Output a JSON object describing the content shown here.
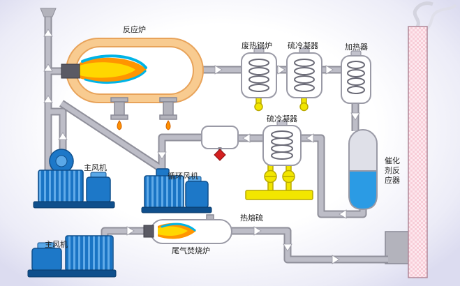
{
  "diagram": {
    "type": "process-flow",
    "equipment": {
      "reaction_furnace": {
        "label": "反应炉"
      },
      "waste_heat_boiler": {
        "label": "废热锅炉"
      },
      "sulfur_condenser_top": {
        "label": "硫冷凝器"
      },
      "heater": {
        "label": "加热器"
      },
      "sulfur_condenser_mid": {
        "label": "硫冷凝器"
      },
      "catalyst_reactor": {
        "label": "催化剂反应器"
      },
      "main_blower_upper": {
        "label": "主风机"
      },
      "circulation_fan": {
        "label": "循环风机"
      },
      "main_blower_lower": {
        "label": "主风机"
      },
      "tail_gas_incinerator": {
        "label": "尾气焚烧炉"
      }
    },
    "streams": {
      "molten_sulfur": {
        "label": "热熔硫"
      }
    },
    "colors": {
      "pipe": "#b3b3bc",
      "furnace_shell": "#f8cb90",
      "furnace_outline": "#e8a35a",
      "flame_orange": "#ff9500",
      "flame_yellow": "#ffd700",
      "flame_cyan": "#00b4e6",
      "blower_blue": "#1d78c8",
      "blower_dark": "#0f4f8c",
      "sulfur_yellow": "#f2e600",
      "stack_pink": "#f8cdd8",
      "catalyst_liquid": "#2b9be4",
      "valve_red": "#d42020",
      "vessel_border": "#9a9aa6"
    }
  }
}
